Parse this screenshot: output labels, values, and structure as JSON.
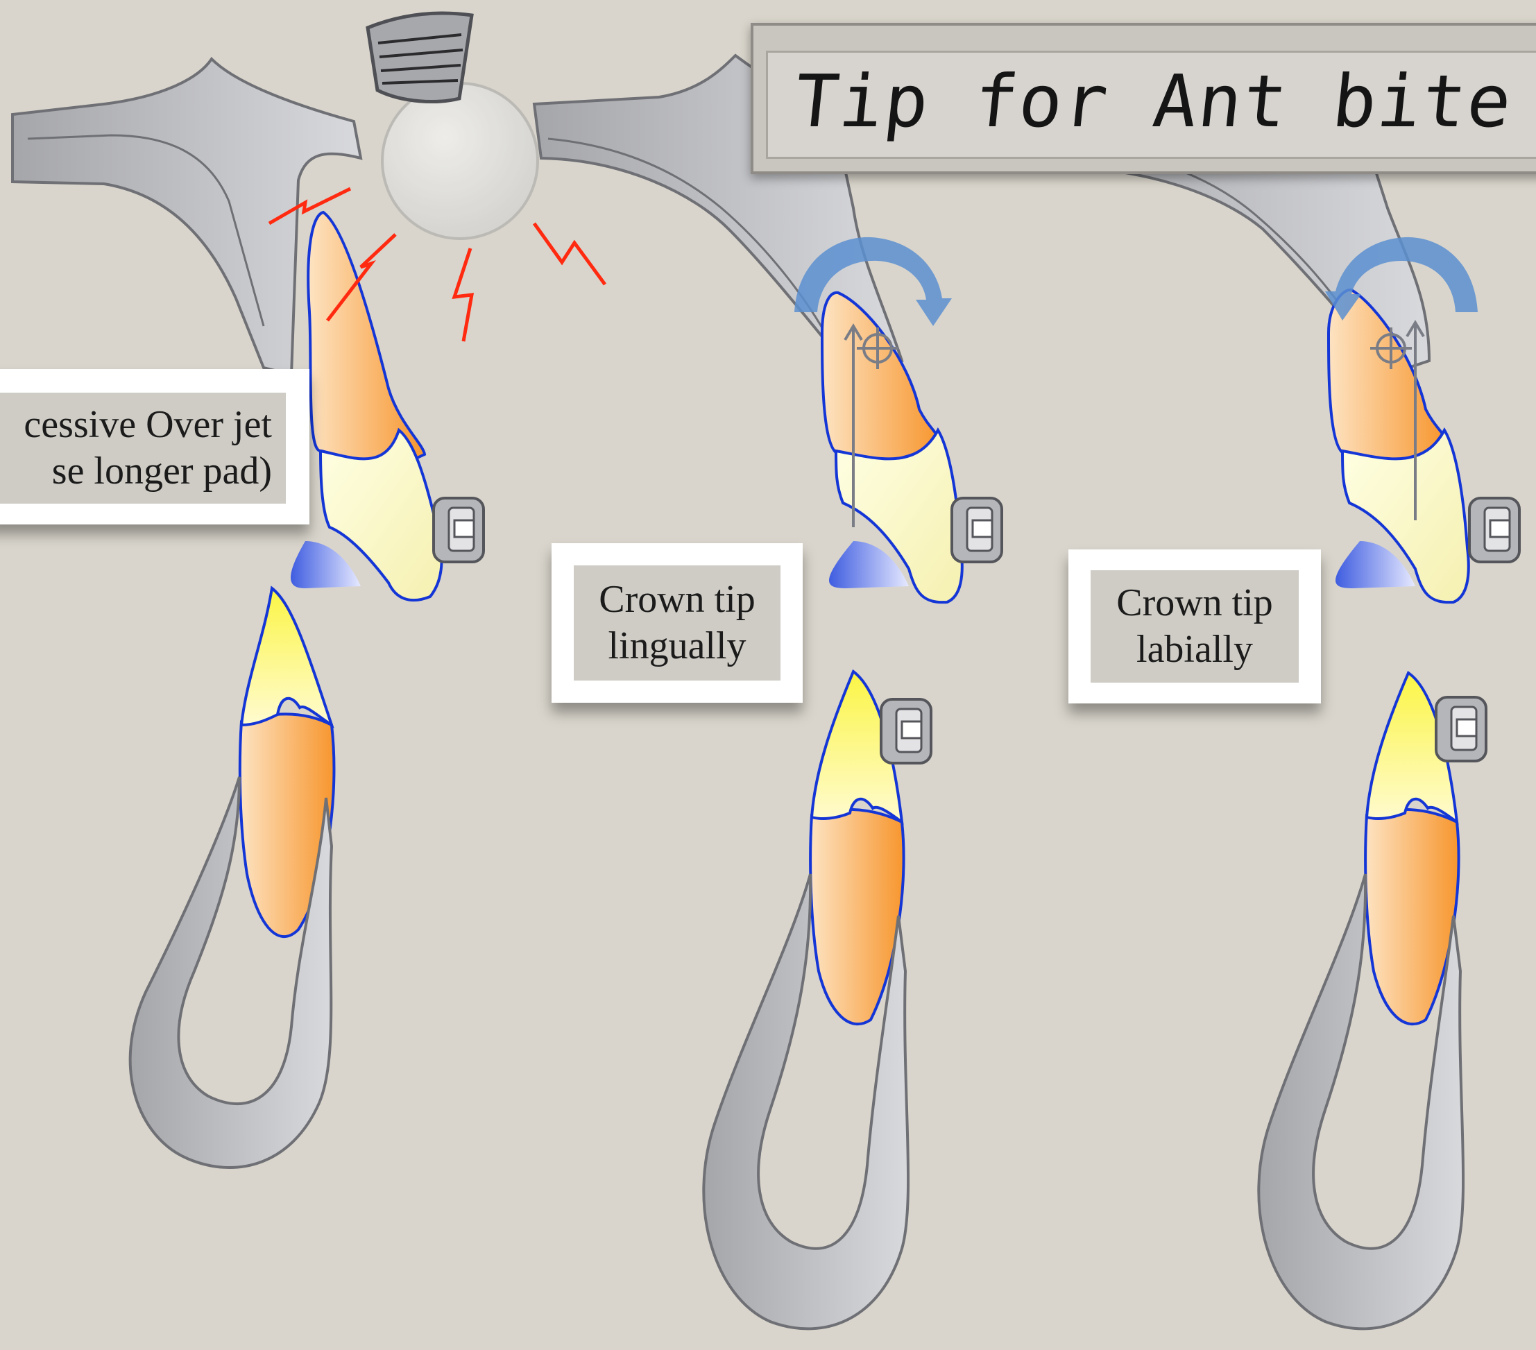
{
  "title": "Tip for Ant bite tur",
  "notes": {
    "overjet": {
      "line1": "cessive Over jet",
      "line2": "se longer pad)"
    },
    "lingual": {
      "line1": "Crown tip",
      "line2": "lingually"
    },
    "labial": {
      "line1": "Crown tip",
      "line2": "labially"
    }
  },
  "colors": {
    "background": "#d9d5cc",
    "bone": "#c4c4c8",
    "bone_outline": "#6f7075",
    "tooth_outline": "#1436d6",
    "root": "#f6a24c",
    "crown": "#fbf9c8",
    "stress_lines": "#ff2a10",
    "rotation_arrow": "#5b8fd0",
    "bite_pad": "#4a64e0"
  },
  "icons": [
    "bracket-icon",
    "light-bulb-icon",
    "rotation-arrow-icon",
    "center-of-resistance-icon"
  ]
}
